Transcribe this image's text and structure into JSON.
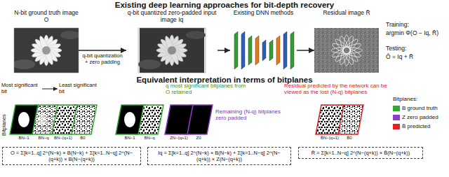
{
  "diagram": {
    "title": "Existing deep learning approaches for bit-depth recovery",
    "nodes": [
      {
        "text": [
          "N-bit ground truth image O"
        ]
      },
      {
        "text": [
          "q-bit quantized zero-padded input image Iq"
        ]
      },
      {
        "text": [
          "Existing DNN methods"
        ]
      },
      {
        "text": [
          "Residual image R̄"
        ]
      },
      {
        "text": [
          "O = Σ[k=1..q] 2^(N−k) × B(N−k) + Σ[k=1..N−q] 2^(N−(q+k)) × B(N−(q+k))"
        ]
      },
      {
        "text": [
          "Iq = Σ[k=1..q] 2^(N−k) × B(N−k) + Σ[k=1..N−q] 2^(N−(q+k)) × Z(N−(q+k))"
        ]
      },
      {
        "text": [
          "R̄ = Σ[k=1..N−q] 2^(N−(q+k)) × B̄(N−(q+k))"
        ]
      }
    ],
    "edges": [
      {
        "from": 0,
        "to": 1,
        "arrow": "to",
        "label": "q-bit quantization + zero padding"
      },
      {
        "from": 1,
        "to": 2,
        "arrow": "to"
      },
      {
        "from": 2,
        "to": 3,
        "arrow": "to"
      }
    ],
    "labels": [
      "Training:",
      "argmin Φ(O − Iq, R̄)",
      "Testing:",
      "Ō = Iq + R̄",
      "Equivalent interpretation in terms of bitplanes",
      "Most significant bit",
      "Least significant bit",
      "Bitplanes",
      "q most significant bitplanes from O retained",
      "Remaining (N-q) bitplanes zero padded",
      "Residual predicted by the network can be viewed as the lost (N-q) bitplanes",
      "Bitplanes:",
      "BN−1",
      "BN−q",
      "BN−(q+1)",
      "B0",
      "BN−1",
      "BN−q",
      "ZN−(q+1)",
      "Z0",
      "B̄N−(q+1)",
      "B̄0"
    ],
    "legend": [
      {
        "text": "B ground truth",
        "color": "#2eaa2e"
      },
      {
        "text": "Z zero padded",
        "color": "#8b3fc9"
      },
      {
        "text": "B̄ predicted",
        "color": "#e02424"
      }
    ]
  }
}
